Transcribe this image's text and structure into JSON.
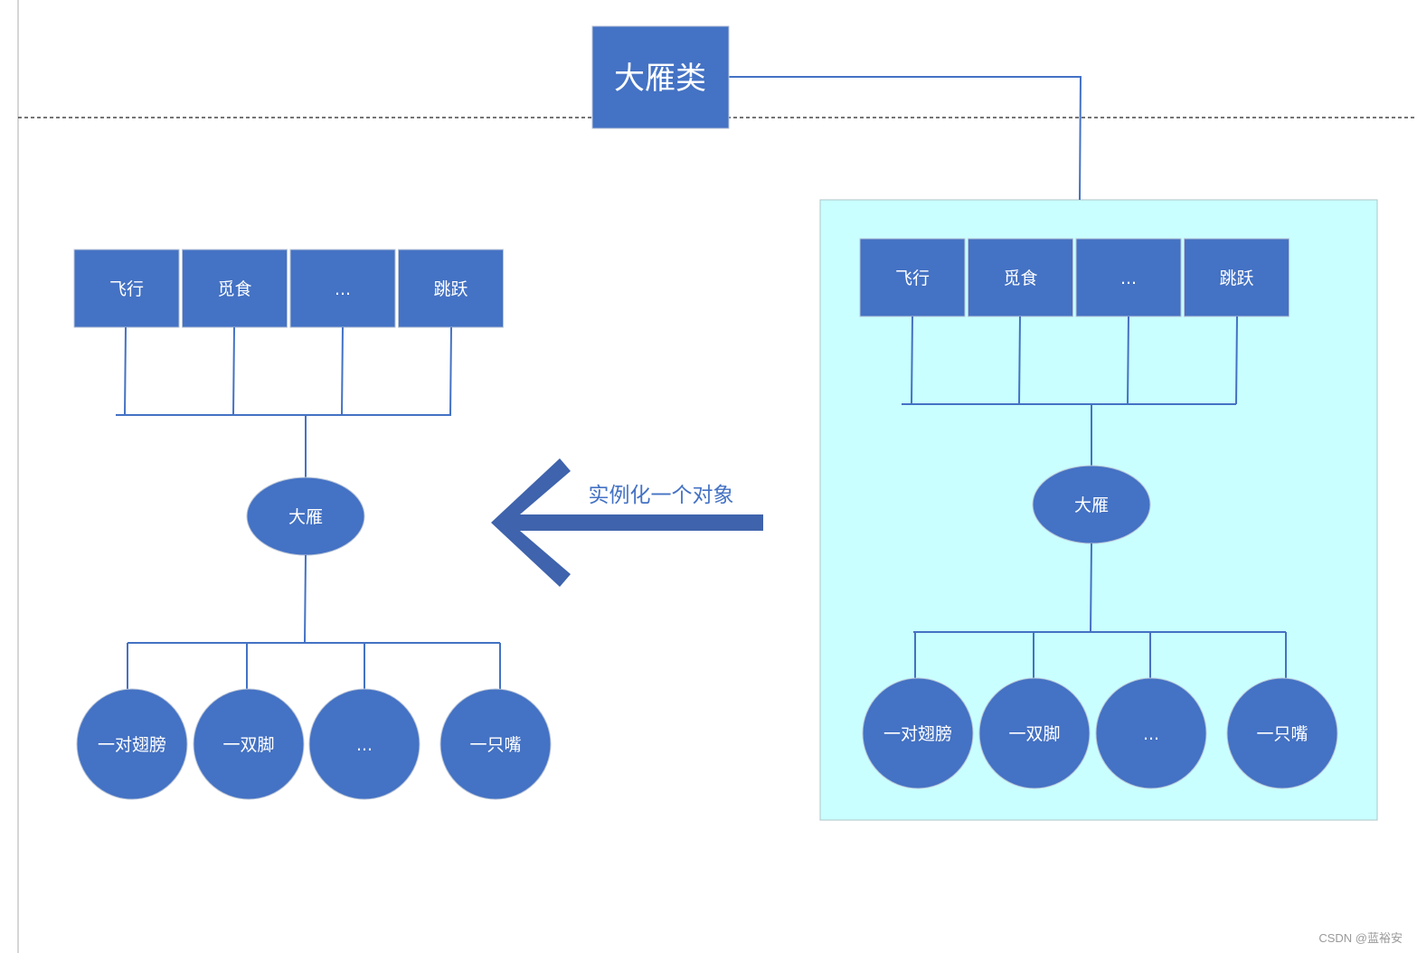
{
  "colors": {
    "node_fill": "#4472C4",
    "node_stroke": "#b9c4d6",
    "line": "#4472C4",
    "arrow": "#3F63AC",
    "panel_fill": "#C9FFFF",
    "panel_stroke": "#b0c4c8",
    "dashed_line": "#222222",
    "left_rule": "#c8c8c8",
    "label_text": "#4472C4"
  },
  "class_node": {
    "label": "大雁类"
  },
  "arrow_label": "实例化一个对象",
  "left_object": {
    "methods": [
      "飞行",
      "觅食",
      "...",
      "跳跃"
    ],
    "instance": "大雁",
    "attributes": [
      "一对翅膀",
      "一双脚",
      "...",
      "一只嘴"
    ]
  },
  "right_class": {
    "methods": [
      "飞行",
      "觅食",
      "...",
      "跳跃"
    ],
    "instance": "大雁",
    "attributes": [
      "一对翅膀",
      "一双脚",
      "...",
      "一只嘴"
    ]
  },
  "watermark": "CSDN @蓝裕安"
}
